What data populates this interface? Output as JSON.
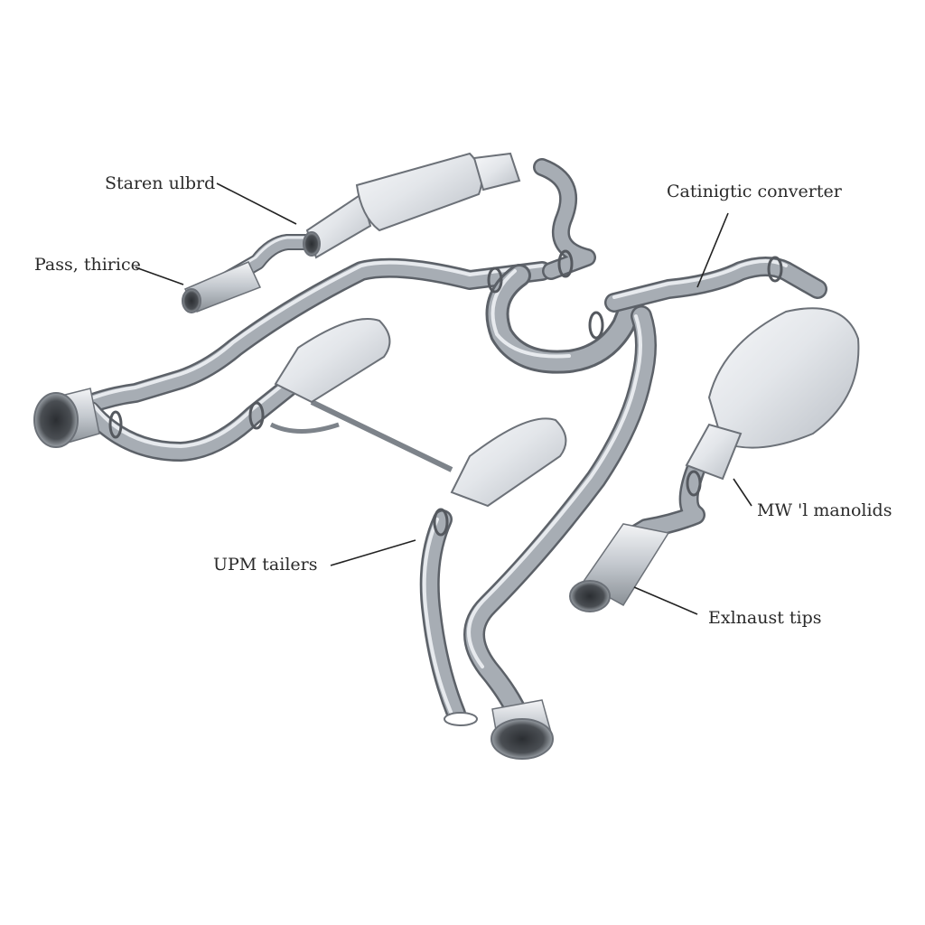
{
  "labels": {
    "staren_ulbrd": "Staren ulbrd",
    "pass_thirice": "Pass, thirice",
    "catalytic_converter": "Catinigtic converter",
    "mw_manolids": "MW 'l manolids",
    "upm_tailers": "UPM tailers",
    "exhaust_tips": "Exlnaust tips"
  },
  "colors": {
    "background": "#ffffff",
    "pipe_metal": "#a7adb4",
    "pipe_shadow": "#5c6168",
    "pipe_highlight": "#eef1f4",
    "label_text": "#2a2a2a",
    "leader_line": "#222222"
  }
}
